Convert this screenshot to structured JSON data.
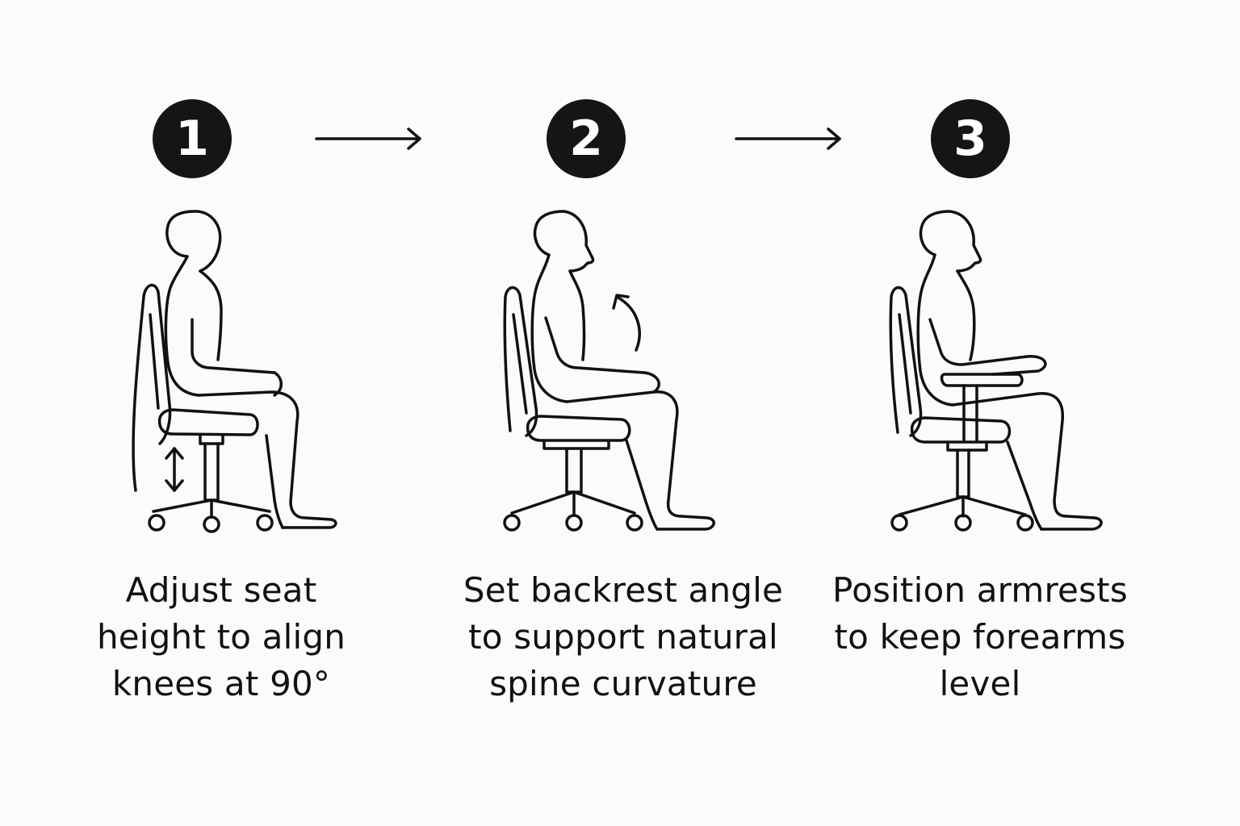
{
  "steps": [
    {
      "number": "1",
      "caption": [
        "Adjust seat",
        "height to align",
        "knees at 90°"
      ]
    },
    {
      "number": "2",
      "caption": [
        "Set backrest angle",
        "to support natural",
        "spine curvature"
      ]
    },
    {
      "number": "3",
      "caption": [
        "Position armrests",
        "to keep forearms",
        "level"
      ]
    }
  ],
  "icons": {
    "flow_arrow": "right-arrow-icon",
    "figure_1": "seated-person-height-adjust-icon",
    "figure_2": "seated-person-backrest-icon",
    "figure_3": "seated-person-armrest-icon"
  },
  "colors": {
    "background": "#fbfbf9",
    "ink": "#111111",
    "badge": "#151515",
    "badge_text": "#ffffff"
  }
}
